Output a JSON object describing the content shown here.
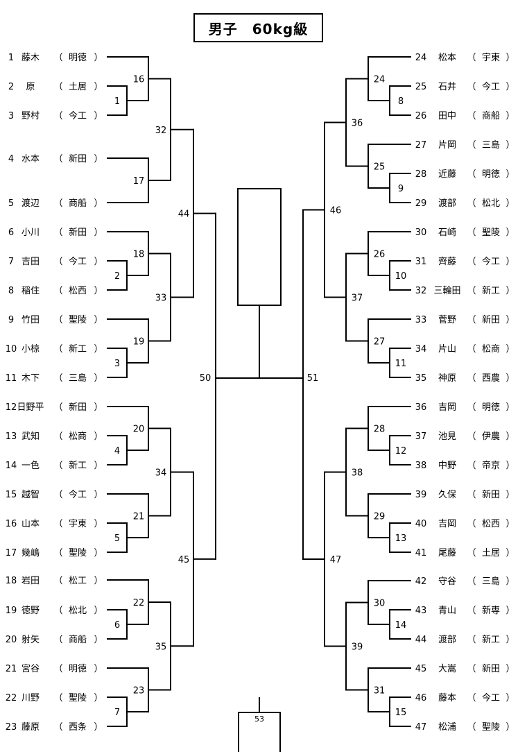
{
  "title": "男子　60kg級",
  "left_entries": [
    {
      "no": "1",
      "name": "藤木",
      "team": "明徳"
    },
    {
      "no": "2",
      "name": "原",
      "team": "土居"
    },
    {
      "no": "3",
      "name": "野村",
      "team": "今工"
    },
    {
      "no": "4",
      "name": "水本",
      "team": "新田"
    },
    {
      "no": "5",
      "name": "渡辺",
      "team": "商船"
    },
    {
      "no": "6",
      "name": "小川",
      "team": "新田"
    },
    {
      "no": "7",
      "name": "吉田",
      "team": "今工"
    },
    {
      "no": "8",
      "name": "稲住",
      "team": "松西"
    },
    {
      "no": "9",
      "name": "竹田",
      "team": "聖陵"
    },
    {
      "no": "10",
      "name": "小椋",
      "team": "新工"
    },
    {
      "no": "11",
      "name": "木下",
      "team": "三島"
    },
    {
      "no": "12",
      "name": "日野平",
      "team": "新田"
    },
    {
      "no": "13",
      "name": "武知",
      "team": "松商"
    },
    {
      "no": "14",
      "name": "一色",
      "team": "新工"
    },
    {
      "no": "15",
      "name": "越智",
      "team": "今工"
    },
    {
      "no": "16",
      "name": "山本",
      "team": "宇東"
    },
    {
      "no": "17",
      "name": "幾嶋",
      "team": "聖陵"
    },
    {
      "no": "18",
      "name": "岩田",
      "team": "松工"
    },
    {
      "no": "19",
      "name": "徳野",
      "team": "松北"
    },
    {
      "no": "20",
      "name": "射矢",
      "team": "商船"
    },
    {
      "no": "21",
      "name": "宮谷",
      "team": "明徳"
    },
    {
      "no": "22",
      "name": "川野",
      "team": "聖陵"
    },
    {
      "no": "23",
      "name": "藤原",
      "team": "西条"
    }
  ],
  "right_entries": [
    {
      "no": "24",
      "name": "松本",
      "team": "宇東"
    },
    {
      "no": "25",
      "name": "石井",
      "team": "今工"
    },
    {
      "no": "26",
      "name": "田中",
      "team": "商船"
    },
    {
      "no": "27",
      "name": "片岡",
      "team": "三島"
    },
    {
      "no": "28",
      "name": "近藤",
      "team": "明徳"
    },
    {
      "no": "29",
      "name": "渡部",
      "team": "松北"
    },
    {
      "no": "30",
      "name": "石崎",
      "team": "聖陵"
    },
    {
      "no": "31",
      "name": "齊藤",
      "team": "今工"
    },
    {
      "no": "32",
      "name": "三輪田",
      "team": "新工"
    },
    {
      "no": "33",
      "name": "菅野",
      "team": "新田"
    },
    {
      "no": "34",
      "name": "片山",
      "team": "松商"
    },
    {
      "no": "35",
      "name": "神原",
      "team": "西農"
    },
    {
      "no": "36",
      "name": "吉岡",
      "team": "明徳"
    },
    {
      "no": "37",
      "name": "池見",
      "team": "伊農"
    },
    {
      "no": "38",
      "name": "中野",
      "team": "帝京"
    },
    {
      "no": "39",
      "name": "久保",
      "team": "新田"
    },
    {
      "no": "40",
      "name": "吉岡",
      "team": "松西"
    },
    {
      "no": "41",
      "name": "尾藤",
      "team": "土居"
    },
    {
      "no": "42",
      "name": "守谷",
      "team": "三島"
    },
    {
      "no": "43",
      "name": "青山",
      "team": "新専"
    },
    {
      "no": "44",
      "name": "渡部",
      "team": "新工"
    },
    {
      "no": "45",
      "name": "大嵩",
      "team": "新田"
    },
    {
      "no": "46",
      "name": "藤本",
      "team": "今工"
    },
    {
      "no": "47",
      "name": "松浦",
      "team": "聖陵"
    }
  ],
  "match_labels": [
    "1",
    "2",
    "3",
    "4",
    "5",
    "6",
    "7",
    "8",
    "9",
    "10",
    "11",
    "12",
    "13",
    "14",
    "15",
    "16",
    "17",
    "18",
    "19",
    "20",
    "21",
    "22",
    "23",
    "24",
    "25",
    "26",
    "27",
    "28",
    "29",
    "30",
    "31",
    "32",
    "33",
    "34",
    "35",
    "36",
    "37",
    "38",
    "39",
    "44",
    "45",
    "46",
    "47",
    "50",
    "51",
    "53"
  ]
}
